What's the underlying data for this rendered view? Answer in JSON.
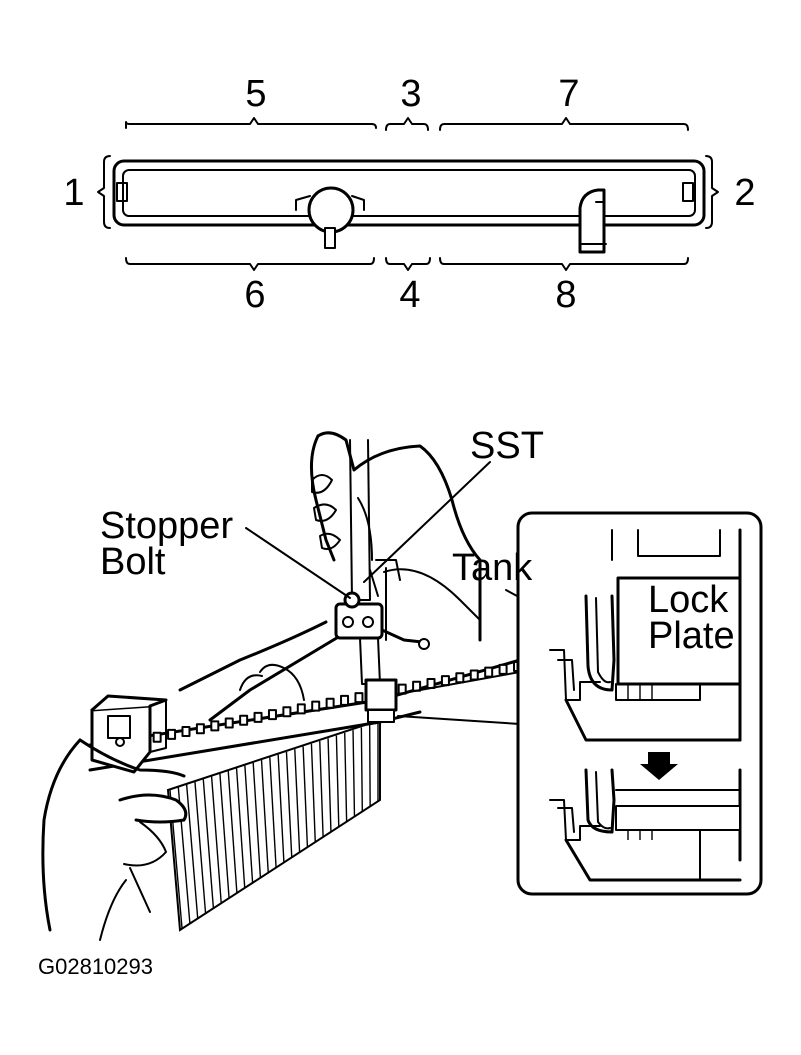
{
  "tank_diagram": {
    "labels": {
      "n1": "1",
      "n2": "2",
      "n3": "3",
      "n4": "4",
      "n5": "5",
      "n6": "6",
      "n7": "7",
      "n8": "8"
    }
  },
  "tool_diagram": {
    "labels": {
      "sst": "SST",
      "stopper": "Stopper",
      "bolt": "Bolt",
      "tank": "Tank",
      "lock": "Lock",
      "plate": "Plate"
    }
  },
  "figure_code": "G02810293"
}
